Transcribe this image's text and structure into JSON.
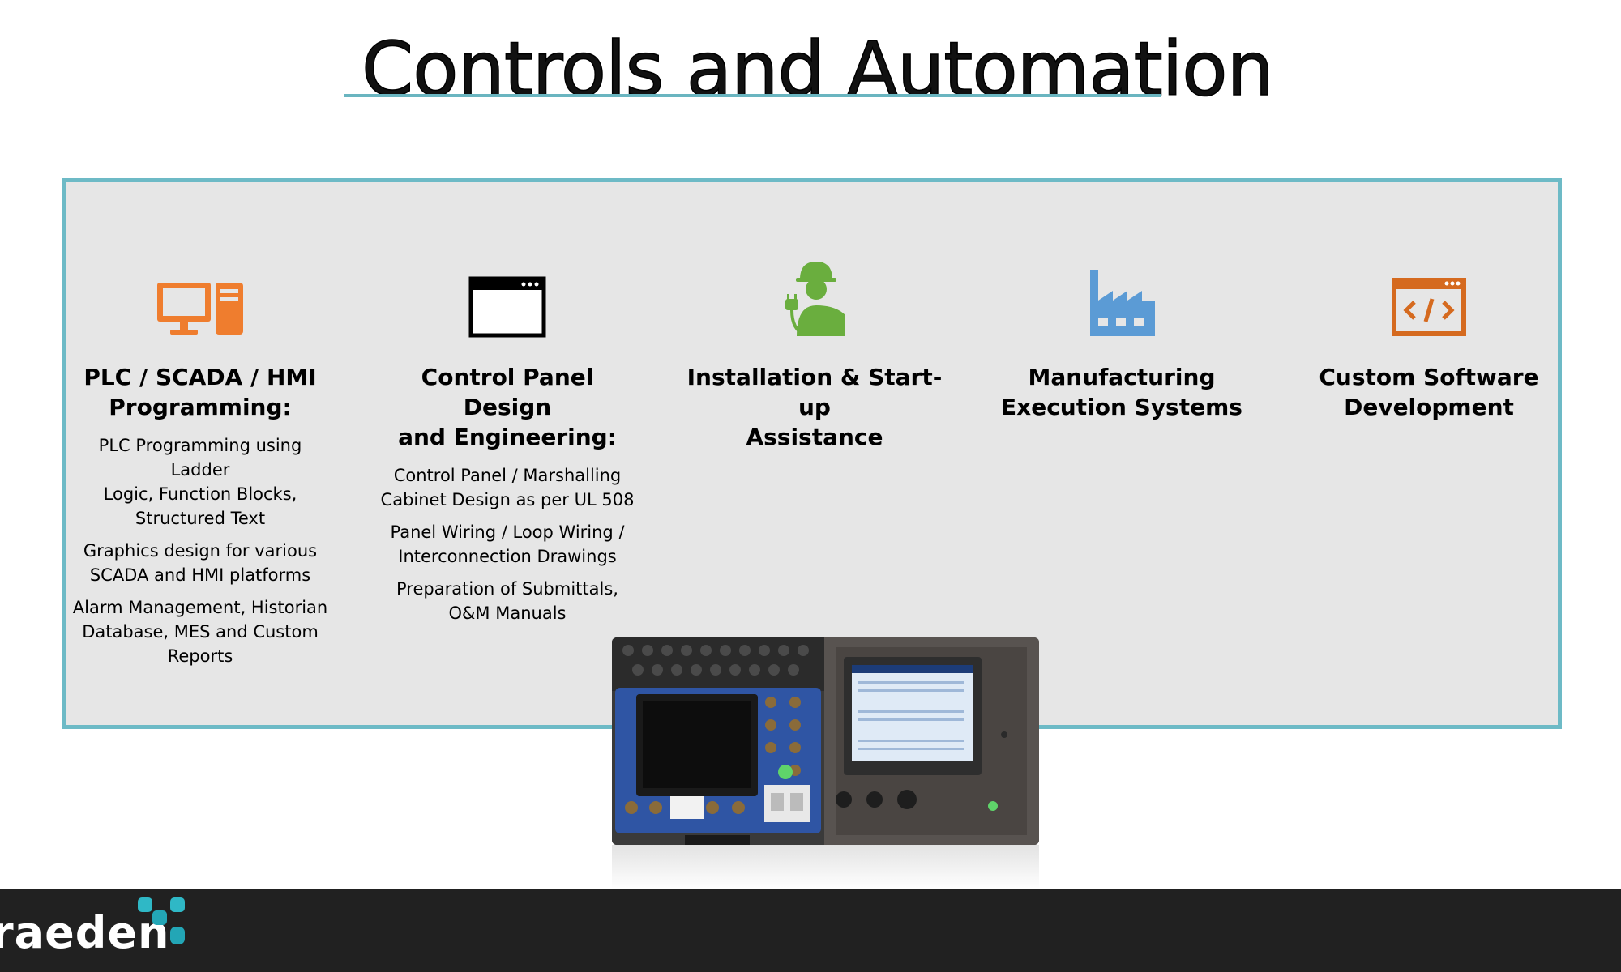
{
  "title": "Controls and Automation",
  "colors": {
    "accent": "#6dbac6",
    "panel_bg": "#e6e6e6",
    "orange": "#ef7d2e",
    "green": "#6aae3e",
    "blue": "#5b9bd5",
    "dark_orange": "#d56a1f",
    "footer_bg": "#212121"
  },
  "services": [
    {
      "icon": "computer-icon",
      "title_lines": [
        "PLC / SCADA / HMI",
        "Programming:"
      ],
      "bullets": [
        [
          "PLC Programming using Ladder",
          "Logic, Function Blocks,",
          "Structured Text"
        ],
        [
          "Graphics design for various",
          "SCADA and HMI platforms"
        ],
        [
          "Alarm Management, Historian",
          "Database, MES and Custom",
          "Reports"
        ]
      ]
    },
    {
      "icon": "window-icon",
      "title_lines": [
        "Control Panel Design",
        "and Engineering:"
      ],
      "bullets": [
        [
          "Control Panel / Marshalling",
          "Cabinet Design as per UL 508"
        ],
        [
          "Panel Wiring / Loop Wiring /",
          "Interconnection Drawings"
        ],
        [
          "Preparation of Submittals,",
          "O&M Manuals"
        ]
      ]
    },
    {
      "icon": "worker-icon",
      "title_lines": [
        "Installation & Start-up",
        "Assistance"
      ],
      "bullets": []
    },
    {
      "icon": "factory-icon",
      "title_lines": [
        "Manufacturing",
        "Execution Systems"
      ],
      "bullets": []
    },
    {
      "icon": "code-window-icon",
      "title_lines": [
        "Custom Software",
        "Development"
      ],
      "bullets": []
    }
  ],
  "footer": {
    "logo_text": "raeden"
  }
}
